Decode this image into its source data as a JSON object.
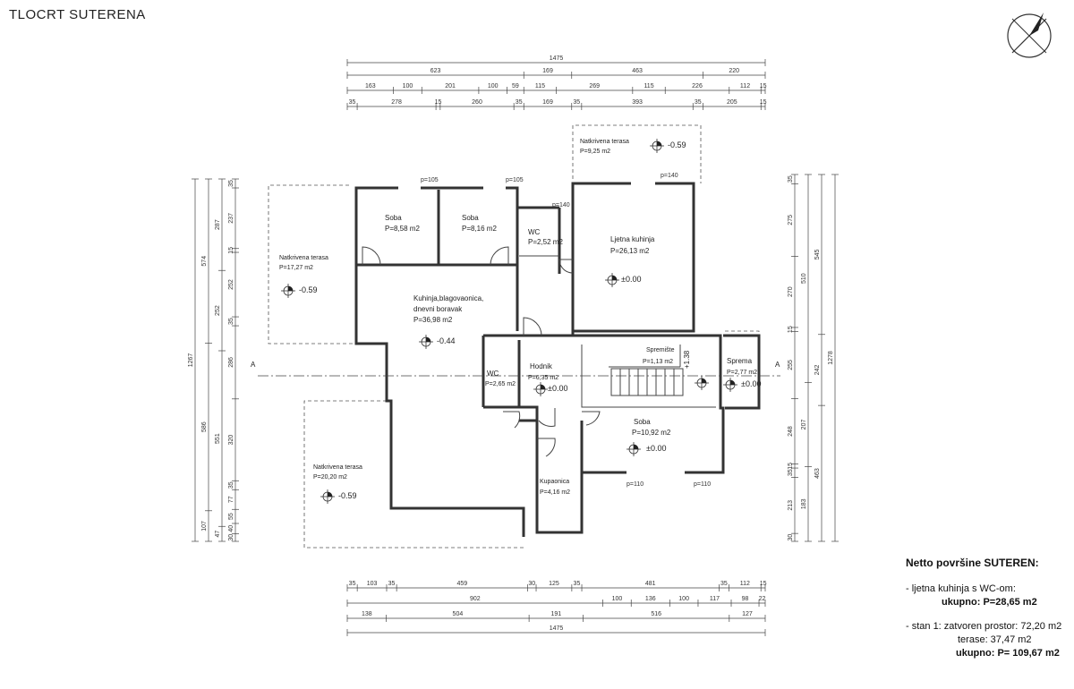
{
  "title": "TLOCRT SUTERENA",
  "icons": {
    "north": "north-arrow-icon",
    "level": "level-marker-icon"
  },
  "dims_top": {
    "row1": [
      "1475"
    ],
    "row2": [
      "623",
      "169",
      "463",
      "220"
    ],
    "row3": [
      "163",
      "100",
      "201",
      "100",
      "59",
      "115",
      "269",
      "115",
      "226",
      "112",
      "15"
    ],
    "row4": [
      "35",
      "278",
      "15",
      "260",
      "35",
      "169",
      "35",
      "393",
      "35",
      "205",
      "15"
    ]
  },
  "dims_bottom": {
    "row1": [
      "35",
      "103",
      "35",
      "459",
      "30",
      "125",
      "35",
      "481",
      "35",
      "112",
      "15"
    ],
    "row2": [
      "902",
      "100",
      "136",
      "100",
      "117",
      "98",
      "22"
    ],
    "row3": [
      "138",
      "504",
      "191",
      "516",
      "127"
    ],
    "row4": [
      "1475"
    ]
  },
  "dims_left": {
    "outer": "1267",
    "col2": [
      "574",
      "586",
      "107"
    ],
    "col3": [
      "287",
      "252",
      "551",
      "47"
    ],
    "col4": [
      "35",
      "237",
      "15",
      "252",
      "35",
      "286",
      "320",
      "35",
      "77",
      "55",
      "40",
      "30"
    ]
  },
  "dims_right": {
    "outer": "1278",
    "col2": [
      "545",
      "242",
      "463"
    ],
    "col3": [
      "510",
      "207",
      "183"
    ],
    "col4": [
      "35",
      "275",
      "270",
      "15",
      "255",
      "248",
      "15",
      "35",
      "213",
      "30"
    ]
  },
  "section_label": "A",
  "rooms": [
    {
      "name": "Soba",
      "area": "P=8,58 m2"
    },
    {
      "name": "Soba",
      "area": "P=8,16 m2"
    },
    {
      "name": "WC",
      "area": "P=2,52 m2"
    },
    {
      "name": "Ljetna kuhinja",
      "area": "P=26,13 m2",
      "level": "±0.00"
    },
    {
      "name": "Natkrivena terasa",
      "area": "P=9,25 m2",
      "level": "-0.59"
    },
    {
      "name": "Natkrivena terasa",
      "area": "P=17,27 m2",
      "level": "-0.59"
    },
    {
      "name": "Kuhinja,blagovaonica,",
      "name2": "dnevni boravak",
      "area": "P=36,98 m2",
      "level": "-0.44"
    },
    {
      "name": "WC",
      "area": "P=2,65 m2"
    },
    {
      "name": "Hodnik",
      "area": "P=6,35 m2",
      "level": "±0.00"
    },
    {
      "name": "Spremište",
      "area": "P=1,13 m2"
    },
    {
      "name": "Sprema",
      "area": "P=2,77 m2",
      "level": "±0.00"
    },
    {
      "name": "Soba",
      "area": "P=10,92 m2",
      "level": "±0.00"
    },
    {
      "name": "Natkrivena terasa",
      "area": "P=20,20 m2",
      "level": "-0.59"
    },
    {
      "name": "Kupaonica",
      "area": "P=4,16 m2"
    }
  ],
  "stair_level": "+1.38",
  "openings": [
    "p=105",
    "p=105",
    "p=140",
    "p=140",
    "p=110",
    "p=110"
  ],
  "summary": {
    "heading": "Netto površine SUTEREN:",
    "line1": "- ljetna kuhinja s WC-om:",
    "line2_label": "ukupno:",
    "line2_value": "P=28,65 m2",
    "line3": "- stan 1: zatvoren prostor: 72,20 m2",
    "line4": "terase: 37,47 m2",
    "line5_label": "ukupno:",
    "line5_value": "P= 109,67 m2"
  }
}
